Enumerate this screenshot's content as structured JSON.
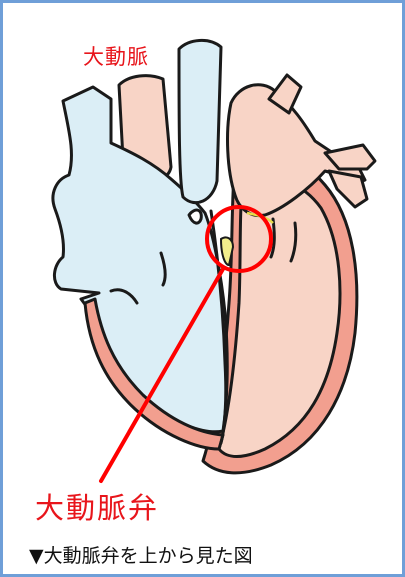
{
  "labels": {
    "aorta": "大動脈",
    "aortic_valve": "大動脈弁",
    "caption": "▼大動脈弁を上から見た図"
  },
  "colors": {
    "frame_border": "#6f9fd8",
    "right_heart_fill": "#dbeef6",
    "left_heart_fill": "#f8d4c6",
    "myocardium_fill": "#f29f8f",
    "outline": "#1a1a1a",
    "highlight_red": "#ff0000",
    "valve_leaflet": "#f2ee8c"
  },
  "icons": {
    "highlight": "circle-highlight",
    "pointer": "pointer-line"
  }
}
